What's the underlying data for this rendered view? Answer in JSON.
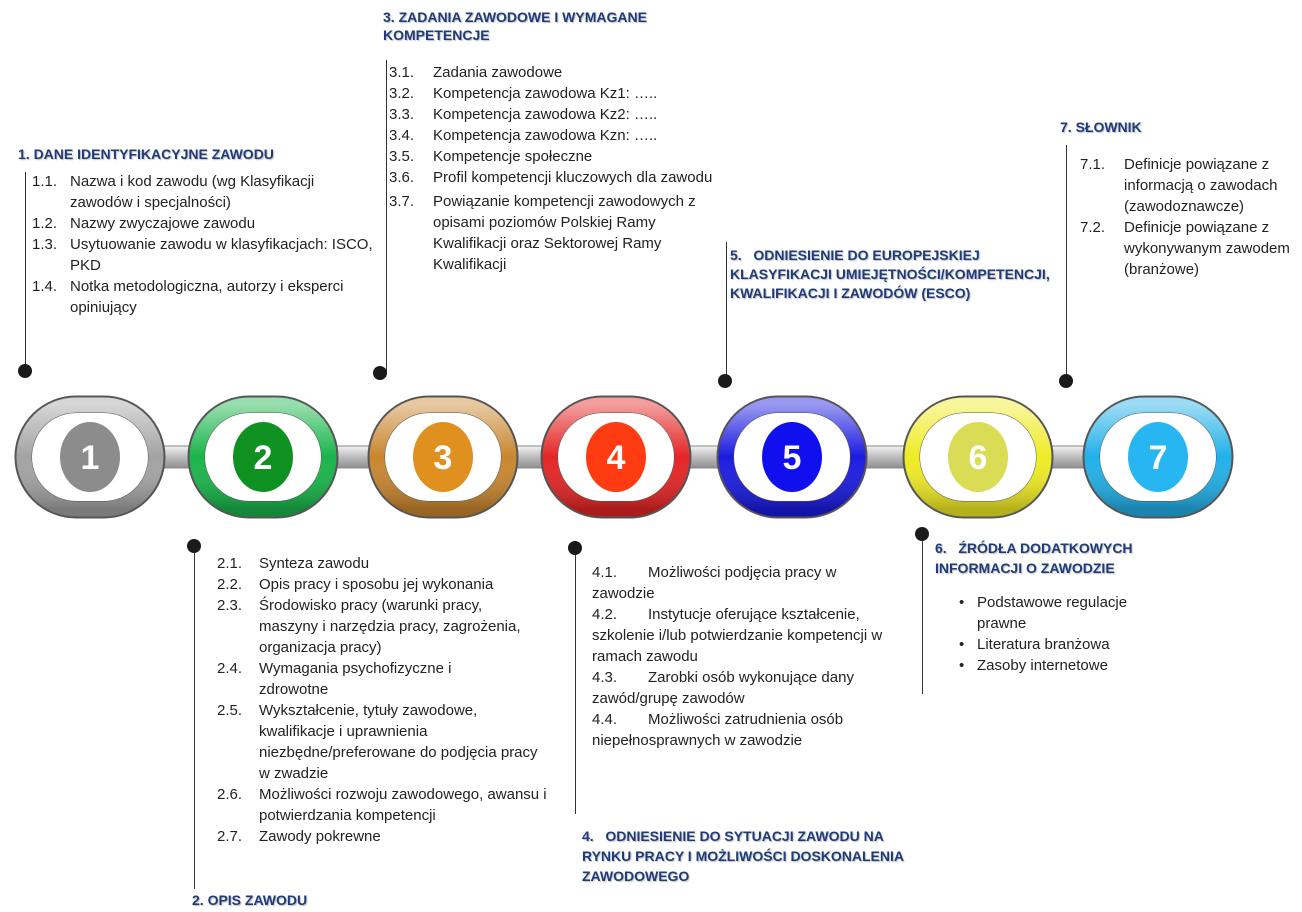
{
  "sections": {
    "s1": {
      "title": "1. DANE IDENTYFIKACYJNE ZAWODU",
      "items": [
        {
          "num": "1.1.",
          "text": "Nazwa i kod zawodu (wg Klasyfikacji zawodów i specjalności)"
        },
        {
          "num": "1.2.",
          "text": "Nazwy zwyczajowe zawodu"
        },
        {
          "num": "1.3.",
          "text": "Usytuowanie zawodu w klasyfikacjach: ISCO, PKD"
        },
        {
          "num": "1.4.",
          "text": "Notka metodologiczna, autorzy i eksperci opiniujący"
        }
      ]
    },
    "s2": {
      "title": "2. OPIS ZAWODU",
      "items": [
        {
          "num": "2.1.",
          "text": "Synteza zawodu"
        },
        {
          "num": "2.2.",
          "text": "Opis pracy i sposobu jej wykonania"
        },
        {
          "num": "2.3.",
          "text": "Środowisko pracy (warunki pracy, maszyny i narzędzia pracy, zagrożenia, organizacja pracy)"
        },
        {
          "num": "2.4.",
          "text": "Wymagania psychofizyczne i zdrowotne"
        },
        {
          "num": "2.5.",
          "text": "Wykształcenie, tytuły zawodowe, kwalifikacje i uprawnienia niezbędne/preferowane do podjęcia pracy w zwadzie"
        },
        {
          "num": "2.6.",
          "text": "Możliwości rozwoju zawodowego, awansu i potwierdzania kompetencji"
        },
        {
          "num": "2.7.",
          "text": "Zawody pokrewne"
        }
      ]
    },
    "s3": {
      "title": "3. ZADANIA ZAWODOWE I WYMAGANE KOMPETENCJE",
      "items": [
        {
          "num": "3.1.",
          "text": "Zadania zawodowe"
        },
        {
          "num": "3.2.",
          "text": "Kompetencja zawodowa Kz1: ….."
        },
        {
          "num": "3.3.",
          "text": "Kompetencja zawodowa Kz2: ….."
        },
        {
          "num": "3.4.",
          "text": "Kompetencja zawodowa Kzn: ….."
        },
        {
          "num": "3.5.",
          "text": "Kompetencje społeczne"
        },
        {
          "num": "3.6.",
          "text": "Profil kompetencji kluczowych dla zawodu"
        },
        {
          "num": "3.7.",
          "text": "Powiązanie kompetencji zawodowych z opisami poziomów Polskiej Ramy Kwalifikacji oraz Sektorowej Ramy Kwalifikacji"
        }
      ]
    },
    "s4": {
      "title": "4.   ODNIESIENIE DO SYTUACJI ZAWODU NA RYNKU PRACY I MOŻLIWOŚCI DOSKONALENIA ZAWODOWEGO",
      "items": [
        {
          "num": "4.1.",
          "text": "Możliwości podjęcia pracy w zawodzie"
        },
        {
          "num": "4.2.",
          "text": "Instytucje oferujące kształcenie, szkolenie i/lub potwierdzanie kompetencji w ramach zawodu"
        },
        {
          "num": "4.3.",
          "text": "Zarobki osób wykonujące dany zawód/grupę zawodów"
        },
        {
          "num": "4.4.",
          "text": "Możliwości zatrudnienia osób niepełnosprawnych w zawodzie"
        }
      ]
    },
    "s5": {
      "title": "5.   ODNIESIENIE DO EUROPEJSKIEJ KLASYFIKACJI UMIEJĘTNOŚCI/KOMPETENCJI, KWALIFIKACJI I ZAWODÓW (ESCO)"
    },
    "s6": {
      "title": "6.   ŹRÓDŁA DODATKOWYCH INFORMACJI O ZAWODZIE",
      "bullets": [
        "Podstawowe regulacje prawne",
        "Literatura branżowa",
        "Zasoby internetowe"
      ]
    },
    "s7": {
      "title": "7. SŁOWNIK",
      "items": [
        {
          "num": "7.1.",
          "text": "Definicje powiązane z informacją o zawodach (zawodoznawcze)"
        },
        {
          "num": "7.2.",
          "text": "Definicje powiązane z wykonywanym zawodem (branżowe)"
        }
      ]
    }
  },
  "chain": [
    {
      "label": "1",
      "ring": "#a3a3a3",
      "center": "#8c8c8c"
    },
    {
      "label": "2",
      "ring": "#19b44a",
      "center": "#0f9122"
    },
    {
      "label": "3",
      "ring": "#c9862f",
      "center": "#e0901f"
    },
    {
      "label": "4",
      "ring": "#e42525",
      "center": "#ff3b12"
    },
    {
      "label": "5",
      "ring": "#1b1be0",
      "center": "#1010ee"
    },
    {
      "label": "6",
      "ring": "#efeb25",
      "center": "#d9dc54"
    },
    {
      "label": "7",
      "ring": "#22b0e8",
      "center": "#27b6f2"
    }
  ]
}
